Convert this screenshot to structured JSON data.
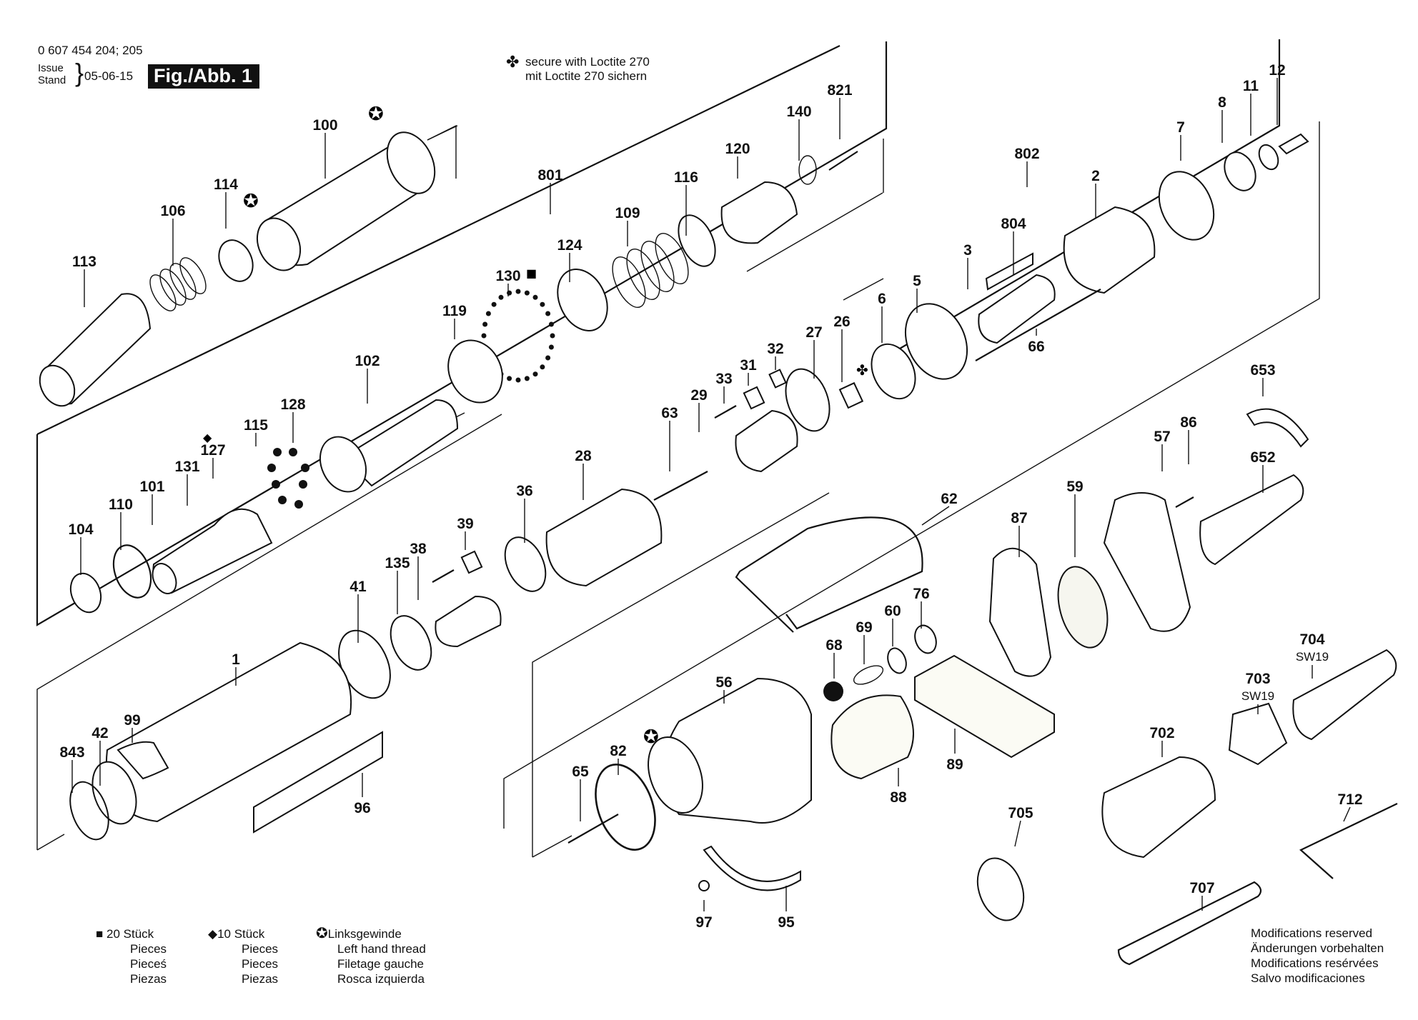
{
  "header": {
    "part_numbers": "0 607 454 204; 205",
    "issue_label": "Issue",
    "stand_label": "Stand",
    "issue_date": "05-06-15",
    "figure_badge": "Fig./Abb. 1"
  },
  "notes": {
    "loctite_symbol": "✤",
    "loctite_en": "secure with Loctite 270",
    "loctite_de": "mit Loctite 270 sichern"
  },
  "legend": [
    {
      "symbol": "■",
      "symbol_name": "square-icon",
      "lines": [
        "20 Stück",
        "Pieces",
        "Pieceś",
        "Piezas"
      ]
    },
    {
      "symbol": "◆",
      "symbol_name": "diamond-icon",
      "lines": [
        "10 Stück",
        "Pieces",
        "Pieces",
        "Piezas"
      ]
    },
    {
      "symbol": "✪",
      "symbol_name": "left-hand-thread-star-icon",
      "lines": [
        "Linksgewinde",
        "Left hand thread",
        "Filetage gauche",
        "Rosca izquierda"
      ]
    }
  ],
  "modifications": [
    "Modifications reserved",
    "Änderungen vorbehalten",
    "Modifications resérvées",
    "Salvo modificaciones"
  ],
  "parts": [
    {
      "id": "100",
      "note": "left-hand-thread"
    },
    {
      "id": "114",
      "note": "left-hand-thread"
    },
    {
      "id": "106"
    },
    {
      "id": "113"
    },
    {
      "id": "801"
    },
    {
      "id": "140"
    },
    {
      "id": "821"
    },
    {
      "id": "120"
    },
    {
      "id": "116"
    },
    {
      "id": "109"
    },
    {
      "id": "124"
    },
    {
      "id": "130",
      "note": "20 pieces"
    },
    {
      "id": "119"
    },
    {
      "id": "102"
    },
    {
      "id": "128"
    },
    {
      "id": "115"
    },
    {
      "id": "127",
      "note": "10 pieces"
    },
    {
      "id": "131"
    },
    {
      "id": "101"
    },
    {
      "id": "110"
    },
    {
      "id": "104"
    },
    {
      "id": "802"
    },
    {
      "id": "2"
    },
    {
      "id": "7"
    },
    {
      "id": "8"
    },
    {
      "id": "11"
    },
    {
      "id": "12"
    },
    {
      "id": "804"
    },
    {
      "id": "3"
    },
    {
      "id": "5"
    },
    {
      "id": "6"
    },
    {
      "id": "66"
    },
    {
      "id": "26",
      "note": "loctite"
    },
    {
      "id": "27"
    },
    {
      "id": "32"
    },
    {
      "id": "31"
    },
    {
      "id": "33"
    },
    {
      "id": "29"
    },
    {
      "id": "63"
    },
    {
      "id": "28"
    },
    {
      "id": "36"
    },
    {
      "id": "39"
    },
    {
      "id": "38"
    },
    {
      "id": "135"
    },
    {
      "id": "41"
    },
    {
      "id": "1"
    },
    {
      "id": "99"
    },
    {
      "id": "42"
    },
    {
      "id": "843"
    },
    {
      "id": "96"
    },
    {
      "id": "653"
    },
    {
      "id": "86"
    },
    {
      "id": "57"
    },
    {
      "id": "652"
    },
    {
      "id": "59"
    },
    {
      "id": "87"
    },
    {
      "id": "62"
    },
    {
      "id": "68"
    },
    {
      "id": "69"
    },
    {
      "id": "60"
    },
    {
      "id": "76"
    },
    {
      "id": "56",
      "note": "left-hand-thread"
    },
    {
      "id": "82"
    },
    {
      "id": "65"
    },
    {
      "id": "89"
    },
    {
      "id": "88"
    },
    {
      "id": "97"
    },
    {
      "id": "95"
    },
    {
      "id": "704",
      "sub": "SW19"
    },
    {
      "id": "703",
      "sub": "SW19"
    },
    {
      "id": "702"
    },
    {
      "id": "705"
    },
    {
      "id": "712"
    },
    {
      "id": "707"
    }
  ]
}
